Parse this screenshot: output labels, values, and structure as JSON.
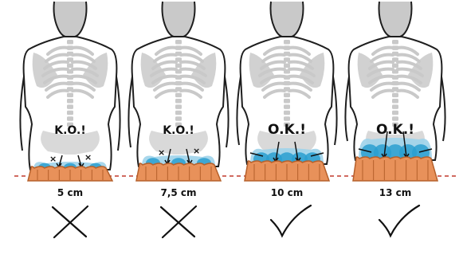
{
  "panels": [
    {
      "status_text": "K.O.!",
      "height_label": "5 cm",
      "verdict": "cross",
      "verdict_icon": "cross-icon",
      "ok": false
    },
    {
      "status_text": "K.O.!",
      "height_label": "7,5 cm",
      "verdict": "cross",
      "verdict_icon": "cross-icon",
      "ok": false
    },
    {
      "status_text": "O.K.!",
      "height_label": "10 cm",
      "verdict": "check",
      "verdict_icon": "check-icon",
      "ok": true
    },
    {
      "status_text": "O.K.!",
      "height_label": "13 cm",
      "verdict": "check",
      "verdict_icon": "check-icon",
      "ok": true
    }
  ],
  "colors": {
    "skeleton": "#c9c9c9",
    "outline": "#1e1e1e",
    "water": "#2a9fd0",
    "water_light": "#9fd3ea",
    "cushion": "#e8915a",
    "cushion_dark": "#b5602b",
    "reference_line": "#c0392b",
    "ink": "#111111"
  }
}
